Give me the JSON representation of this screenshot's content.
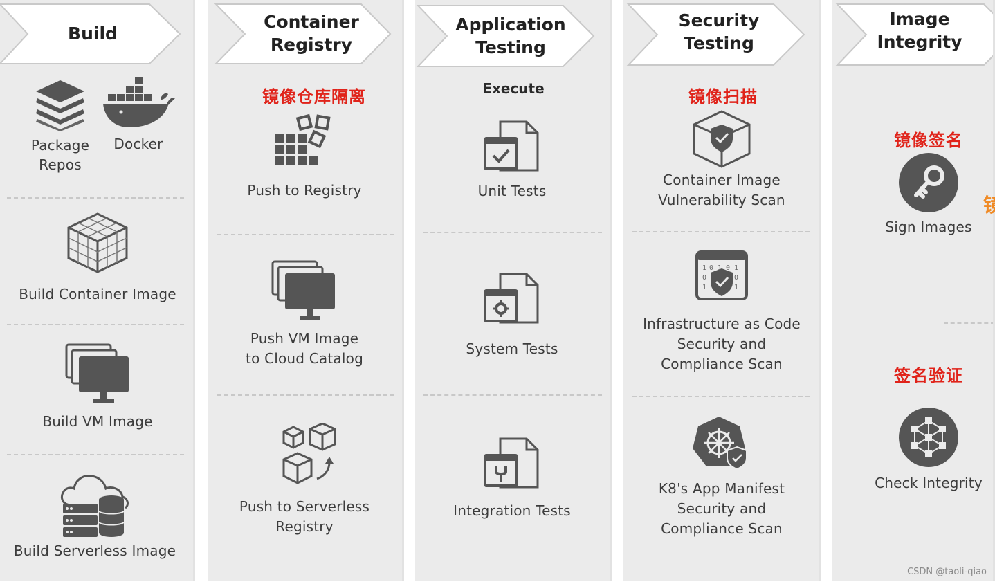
{
  "columns": {
    "build": {
      "title": "Build",
      "items": [
        "Package\nRepos",
        "Docker",
        "Build Container Image",
        "Build VM Image",
        "Build Serverless Image"
      ]
    },
    "registry": {
      "title": "Container\nRegistry",
      "note_cn": "镜像仓库隔离",
      "items": [
        "Push to Registry",
        "Push VM Image\nto Cloud Catalog",
        "Push to Serverless\nRegistry"
      ]
    },
    "apptest": {
      "title": "Application\nTesting",
      "subtitle": "Execute",
      "items": [
        "Unit Tests",
        "System Tests",
        "Integration Tests"
      ]
    },
    "security": {
      "title": "Security\nTesting",
      "note_cn": "镜像扫描",
      "items": [
        "Container Image\nVulnerability Scan",
        "Infrastructure as Code\nSecurity and\nCompliance Scan",
        "K8's App Manifest\nSecurity and\nCompliance Scan"
      ]
    },
    "integrity": {
      "title": "Image\nIntegrity",
      "note_sign_cn": "镜像签名",
      "note_verify_cn": "签名验证",
      "items": [
        "Sign Images",
        "Check Integrity"
      ]
    }
  },
  "edge_fragment_cn": "镜",
  "watermark": "CSDN @taoli-qiao",
  "colors": {
    "panel": "#ebebeb",
    "icon": "#555555",
    "annotation_red": "#e0231a",
    "fragment_orange": "#f08a24"
  }
}
